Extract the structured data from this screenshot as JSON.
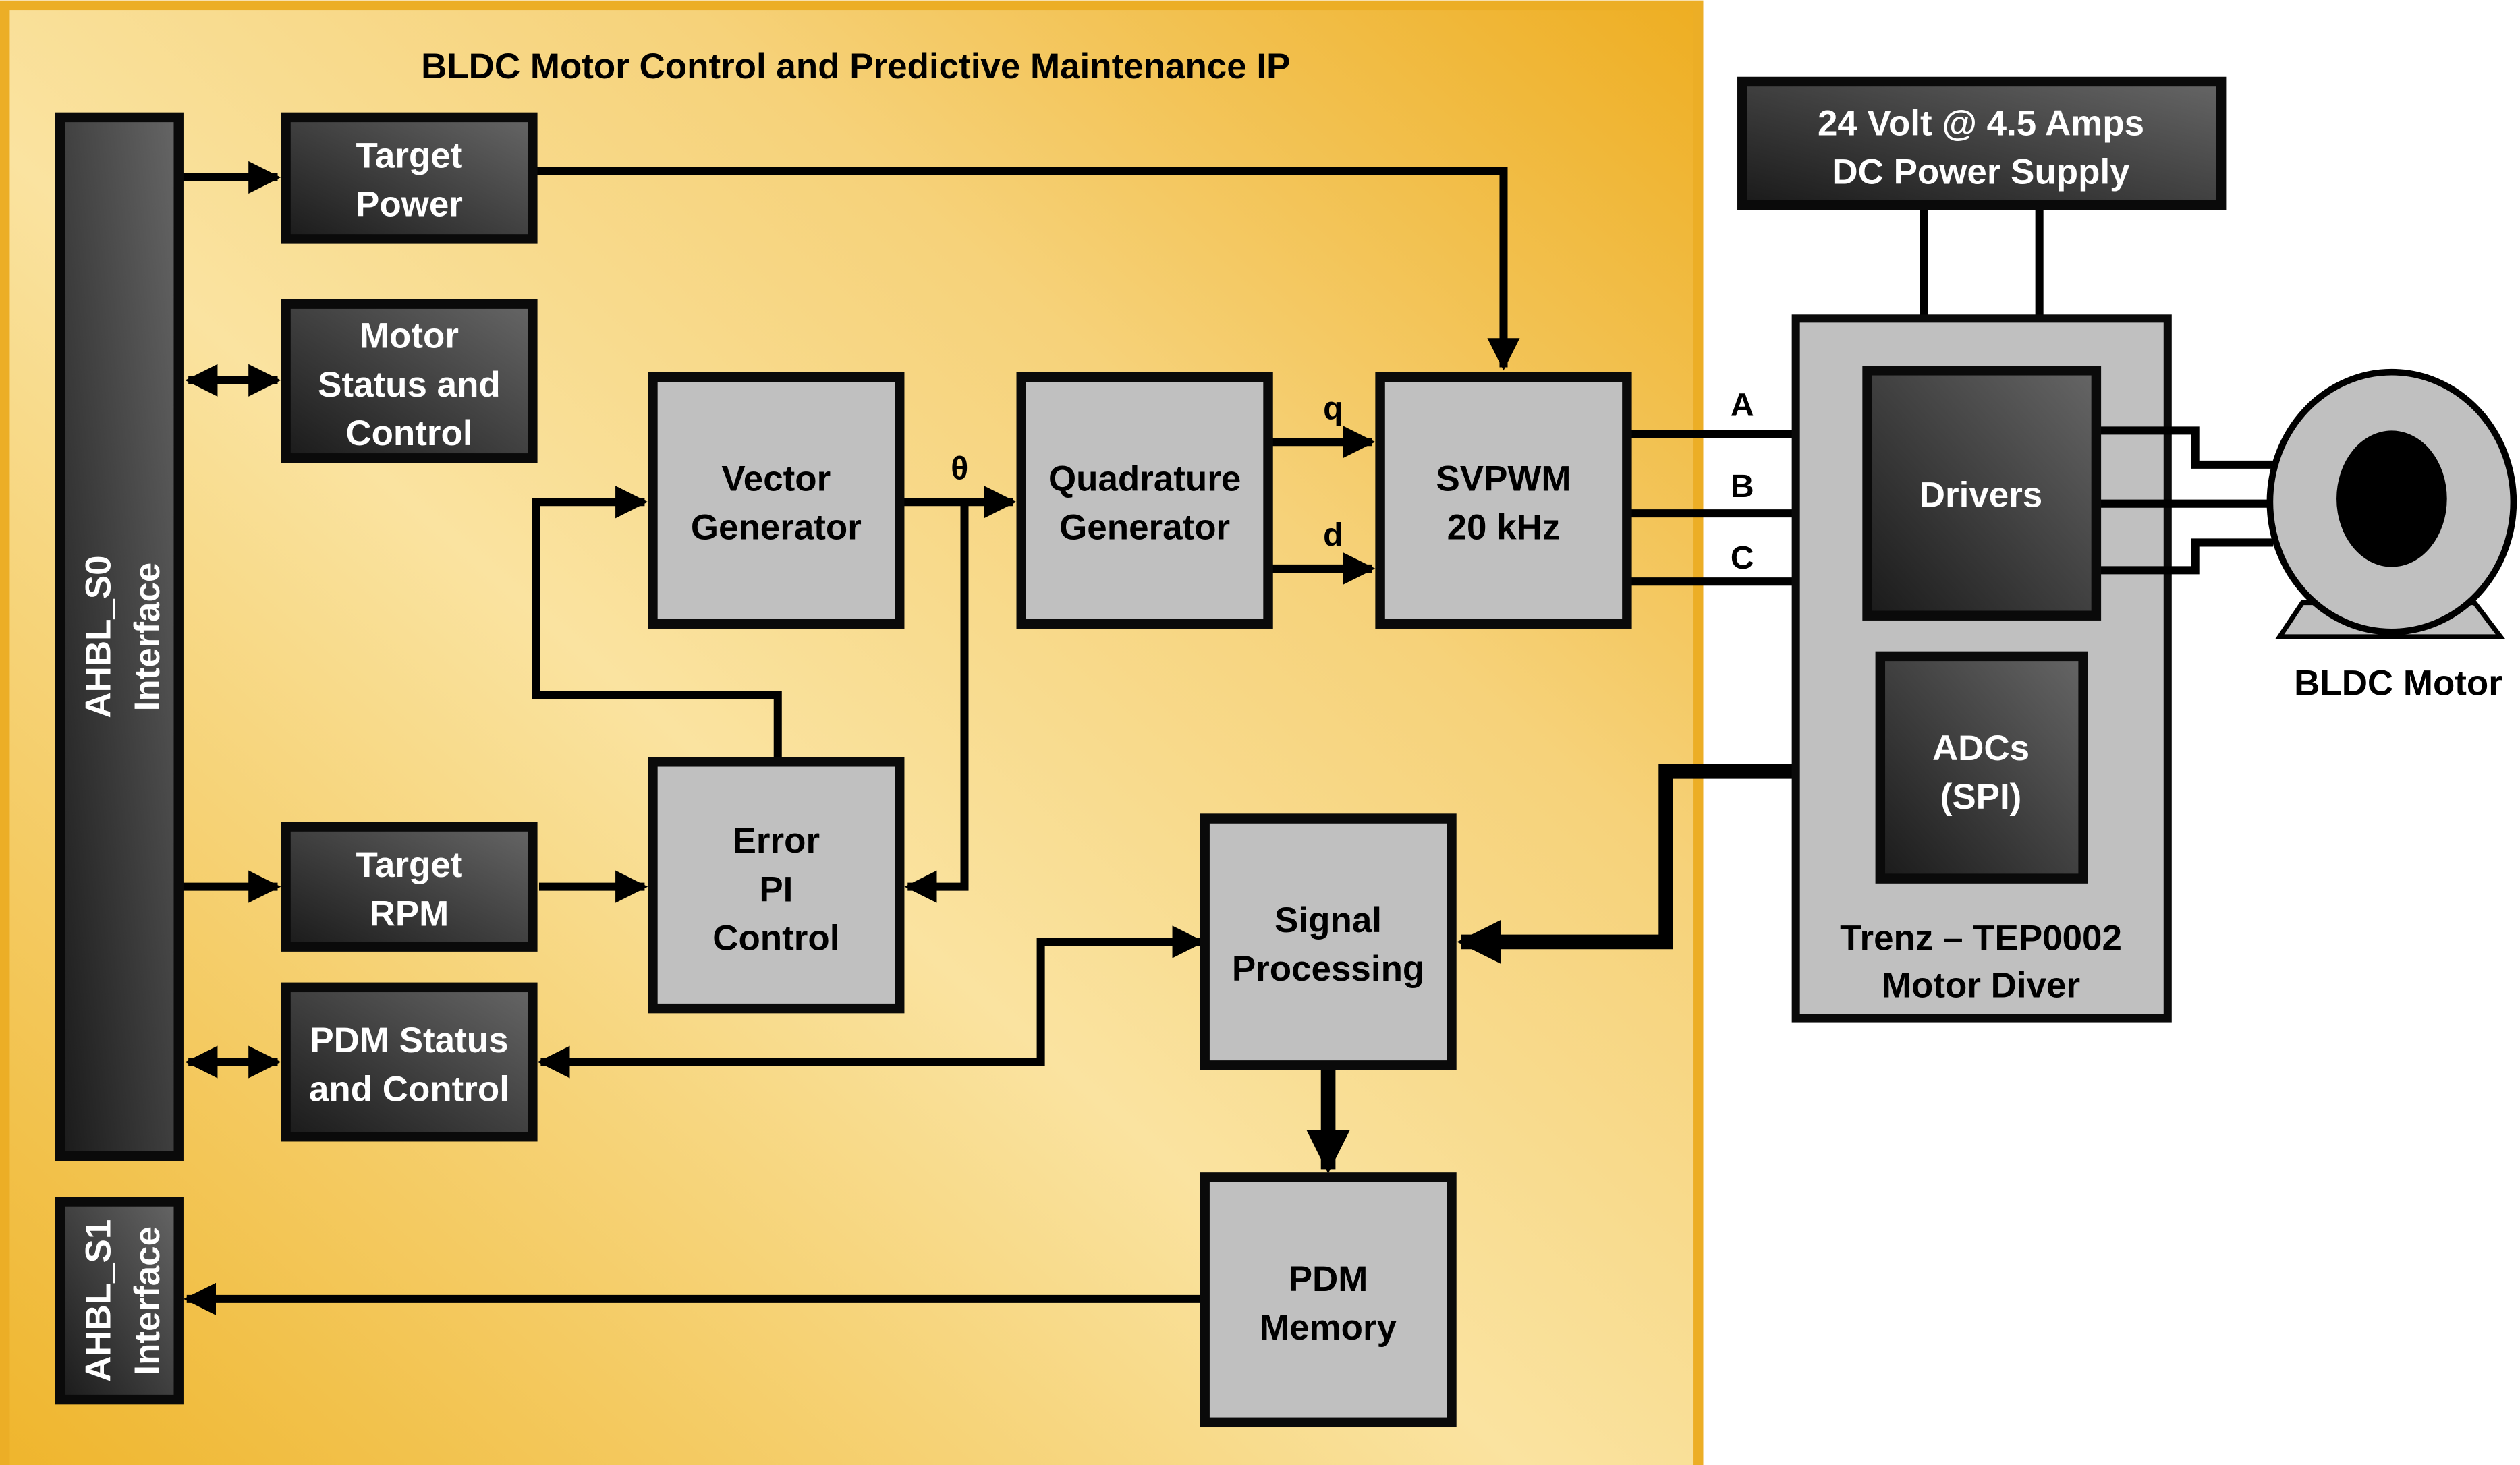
{
  "title": "BLDC Motor Control and Predictive Maintenance IP",
  "colors": {
    "ip_gradient_light": "#fae4a0",
    "ip_gradient_dark": "#eeae22",
    "ip_border": "#ecae26",
    "dark_block_light": "#666666",
    "dark_block_dark": "#1a1a1a",
    "light_block": "#c0c0c0",
    "line": "#000000"
  },
  "blocks": {
    "ahbl_s0": [
      "AHBL_S0",
      "Interface"
    ],
    "ahbl_s1": [
      "AHBL_S1",
      "Interface"
    ],
    "target_power": [
      "Target",
      "Power"
    ],
    "motor_status": [
      "Motor",
      "Status and",
      "Control"
    ],
    "target_rpm": [
      "Target",
      "RPM"
    ],
    "pdm_status": [
      "PDM Status",
      "and Control"
    ],
    "vector_generator": [
      "Vector",
      "Generator"
    ],
    "error_pi": [
      "Error",
      "PI",
      "Control"
    ],
    "quadrature_generator": [
      "Quadrature",
      "Generator"
    ],
    "svpwm": [
      "SVPWM",
      "20 kHz"
    ],
    "signal_processing": [
      "Signal",
      "Processing"
    ],
    "pdm_memory": [
      "PDM",
      "Memory"
    ],
    "power_supply": [
      "24 Volt @ 4.5 Amps",
      "DC Power Supply"
    ],
    "drivers": [
      "Drivers"
    ],
    "adcs": [
      "ADCs",
      "(SPI)"
    ],
    "motor_driver": [
      "Trenz – TEP0002",
      "Motor Diver"
    ]
  },
  "signals": {
    "theta": "θ",
    "q": "q",
    "d": "d",
    "a": "A",
    "b": "B",
    "c": "C"
  },
  "motor_label": "BLDC Motor"
}
